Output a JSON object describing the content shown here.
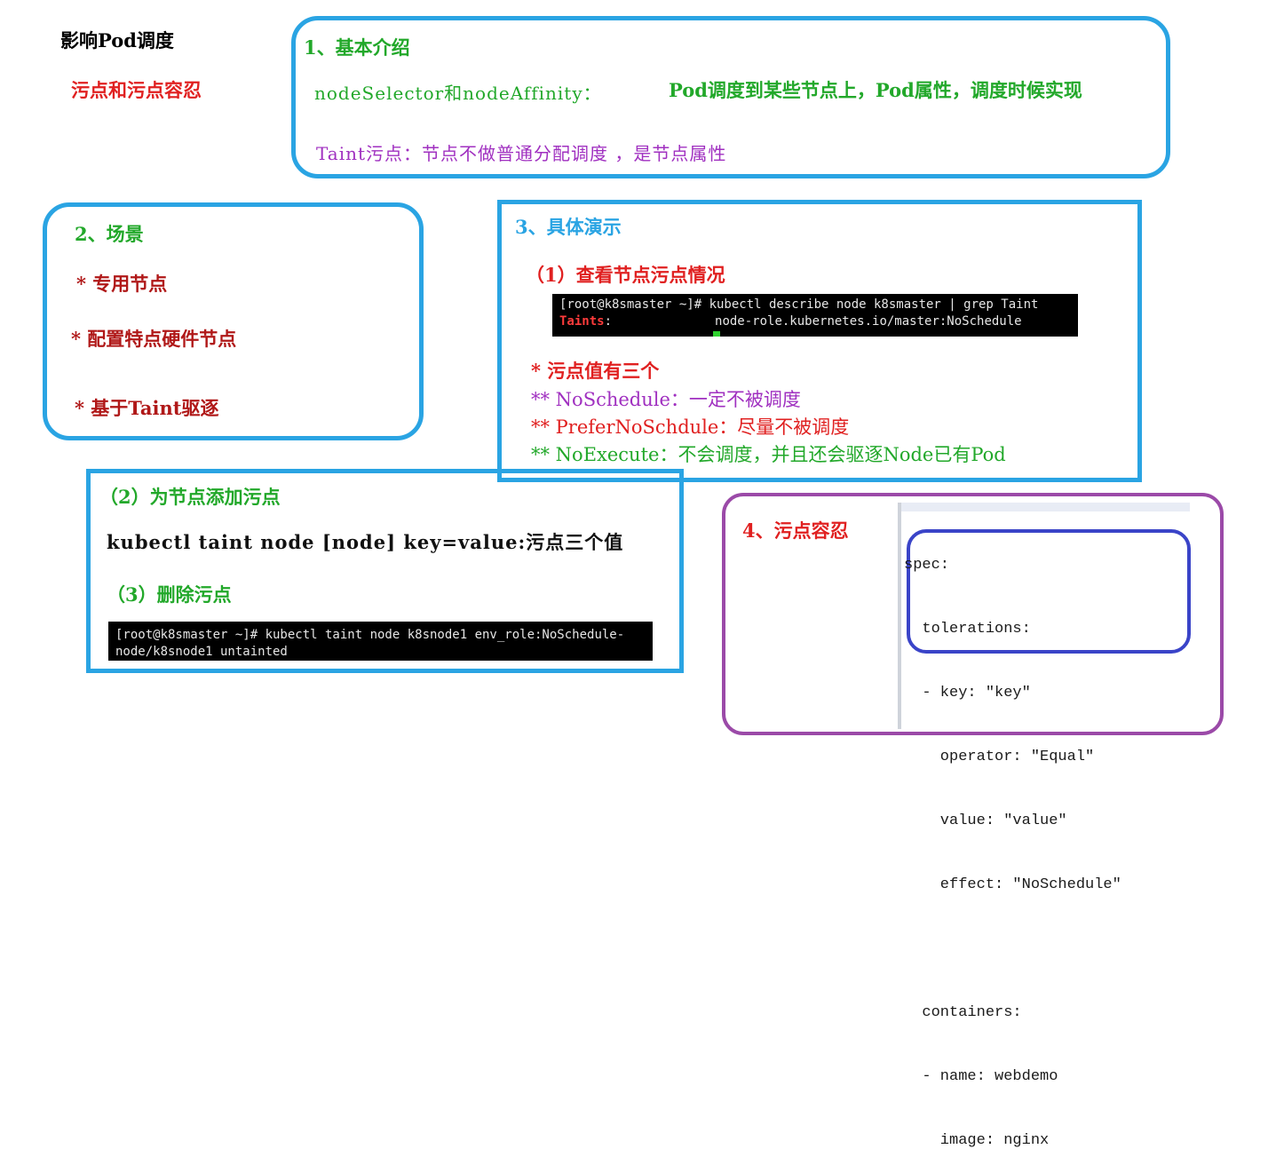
{
  "page": {
    "title": "影响Pod调度",
    "subtitle": "污点和污点容忍"
  },
  "section1": {
    "heading": "1、基本介绍",
    "line1_label": "nodeSelector和nodeAffinity：",
    "line1_value": "Pod调度到某些节点上，Pod属性，调度时候实现",
    "line2": "Taint污点：节点不做普通分配调度 ，是节点属性"
  },
  "section2": {
    "heading": "2、场景",
    "items": [
      "* 专用节点",
      "* 配置特点硬件节点",
      "* 基于Taint驱逐"
    ]
  },
  "section3": {
    "heading": "3、具体演示",
    "step1": "（1）查看节点污点情况",
    "terminal": {
      "line1": "[root@k8smaster ~]# kubectl describe node k8smaster | grep Taint",
      "taints_key": "Taints",
      "taints_colon": ":",
      "taints_value": "node-role.kubernetes.io/master:NoSchedule"
    },
    "values_title": "* 污点值有三个",
    "values": [
      {
        "text": "** NoSchedule：一定不被调度",
        "color": "#a030c0"
      },
      {
        "text": "** PreferNoSchdule：尽量不被调度",
        "color": "#e02020"
      },
      {
        "text": "** NoExecute：不会调度，并且还会驱逐Node已有Pod",
        "color": "#22a82a"
      }
    ]
  },
  "section_add": {
    "step2": "（2）为节点添加污点",
    "command": "kubectl taint node [node] key=value:污点三个值",
    "step3": "（3）删除污点",
    "terminal": {
      "line1": "[root@k8smaster ~]# kubectl taint node k8snode1 env_role:NoSchedule-",
      "line2": "node/k8snode1 untainted"
    }
  },
  "section4": {
    "heading": "4、污点容忍",
    "yaml": [
      "spec:",
      "  tolerations:",
      "  - key: \"key\"",
      "    operator: \"Equal\"",
      "    value: \"value\"",
      "    effect: \"NoSchedule\"",
      "",
      "  containers:",
      "  - name: webdemo",
      "    image: nginx"
    ]
  },
  "colors": {
    "blue_border": "#2aa4e3",
    "purple_border": "#9b4aa8",
    "navy_border": "#3a44c8",
    "red_text": "#e02020",
    "green_text": "#22a82a",
    "purple_text": "#a030c0",
    "dark_red_text": "#b01818"
  }
}
